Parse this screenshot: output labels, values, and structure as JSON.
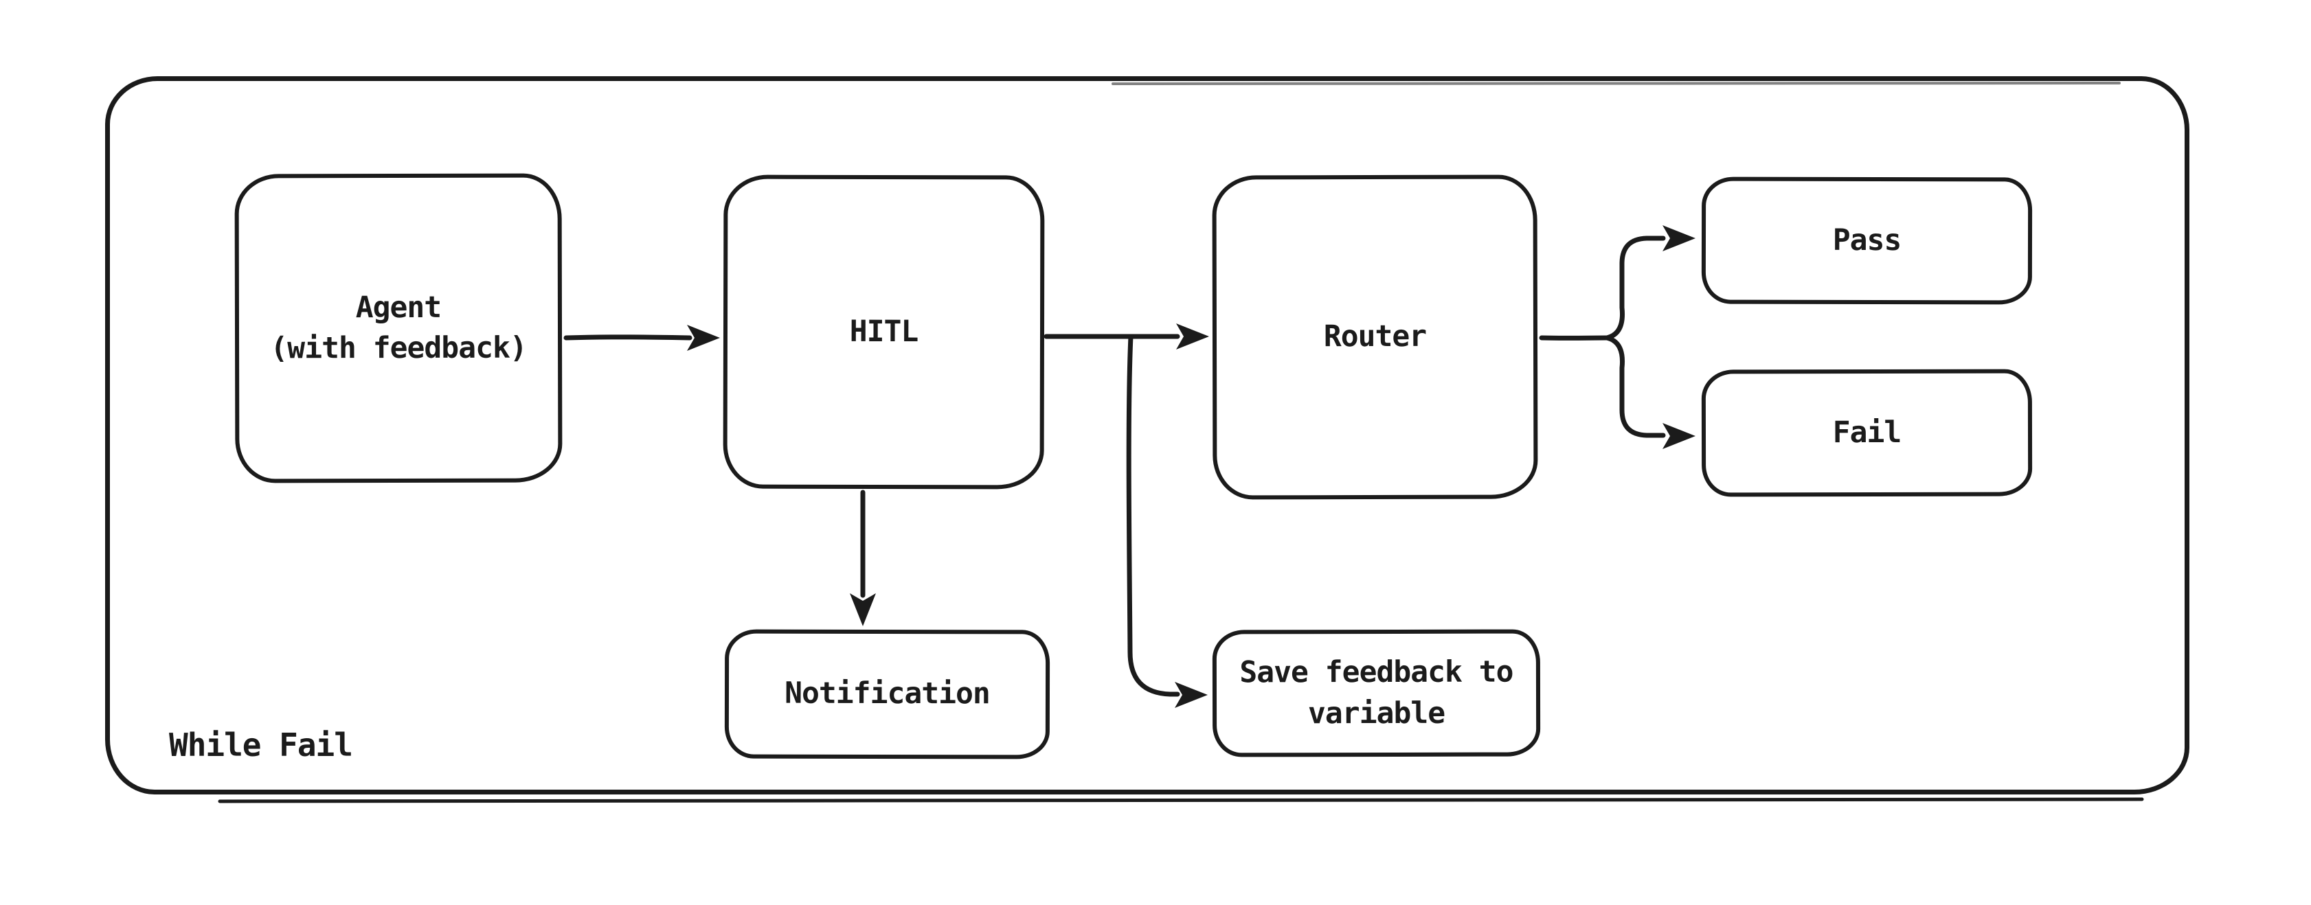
{
  "diagram": {
    "type": "flowchart",
    "style": "hand-drawn",
    "colors": {
      "stroke": "#1b1b1b",
      "background": "#ffffff"
    },
    "container": {
      "label": "While Fail"
    },
    "nodes": {
      "agent": {
        "label": "Agent\n(with feedback)"
      },
      "hitl": {
        "label": "HITL"
      },
      "router": {
        "label": "Router"
      },
      "pass": {
        "label": "Pass"
      },
      "fail": {
        "label": "Fail"
      },
      "notification": {
        "label": "Notification"
      },
      "save_feedback": {
        "label": "Save feedback to\nvariable"
      }
    },
    "edges": [
      {
        "from": "agent",
        "to": "hitl"
      },
      {
        "from": "hitl",
        "to": "router"
      },
      {
        "from": "hitl",
        "to": "notification"
      },
      {
        "from": "hitl-router-line",
        "to": "save_feedback"
      },
      {
        "from": "router",
        "to": "pass"
      },
      {
        "from": "router",
        "to": "fail"
      }
    ]
  }
}
